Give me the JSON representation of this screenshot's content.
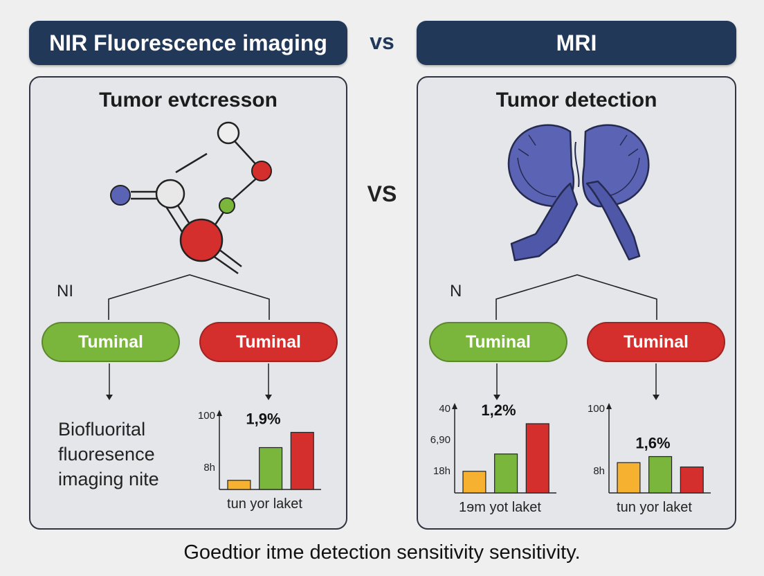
{
  "header": {
    "left_title": "NIR Fluorescence imaging",
    "vs_top": "vs",
    "right_title": "MRI",
    "vs_middle": "VS"
  },
  "left_panel": {
    "title": "Tumor evtcresson",
    "branch_label": "NI",
    "pill_green": "Tuminal",
    "pill_red": "Tuminal",
    "description_lines": [
      "Biofluorital",
      "fluoresence",
      "imaging nite"
    ]
  },
  "right_panel": {
    "title": "Tumor detection",
    "branch_label": "N",
    "pill_green": "Tuminal",
    "pill_red": "Tuminal"
  },
  "footer": "Goedtior itme detection sensitivity sensitivity.",
  "colors": {
    "header_bg": "#213859",
    "panel_bg": "#e4e6ea",
    "green": "#7ab53c",
    "red": "#d42f2c",
    "yellow": "#f5b12f",
    "brain": "#5a63b4"
  },
  "chart_data": [
    {
      "type": "bar",
      "title": "1,9%",
      "xlabel": "tun yor laket",
      "yticks": [
        "100",
        "8h"
      ],
      "categories": [
        "",
        "",
        ""
      ],
      "values": [
        12,
        55,
        75
      ],
      "colors": [
        "#f5b12f",
        "#7ab53c",
        "#d42f2c"
      ],
      "ylim": [
        0,
        100
      ]
    },
    {
      "type": "bar",
      "title": "1,2%",
      "xlabel": "1ɘm yot laket",
      "yticks": [
        "40",
        "6,90",
        "18h"
      ],
      "categories": [
        "",
        "",
        ""
      ],
      "values": [
        25,
        45,
        80
      ],
      "colors": [
        "#f5b12f",
        "#7ab53c",
        "#d42f2c"
      ],
      "ylim": [
        0,
        100
      ]
    },
    {
      "type": "bar",
      "title": "1,6%",
      "xlabel": "tun yor laket",
      "yticks": [
        "100",
        "8h"
      ],
      "categories": [
        "",
        "",
        ""
      ],
      "values": [
        35,
        42,
        30
      ],
      "colors": [
        "#f5b12f",
        "#7ab53c",
        "#d42f2c"
      ],
      "ylim": [
        0,
        100
      ]
    }
  ]
}
